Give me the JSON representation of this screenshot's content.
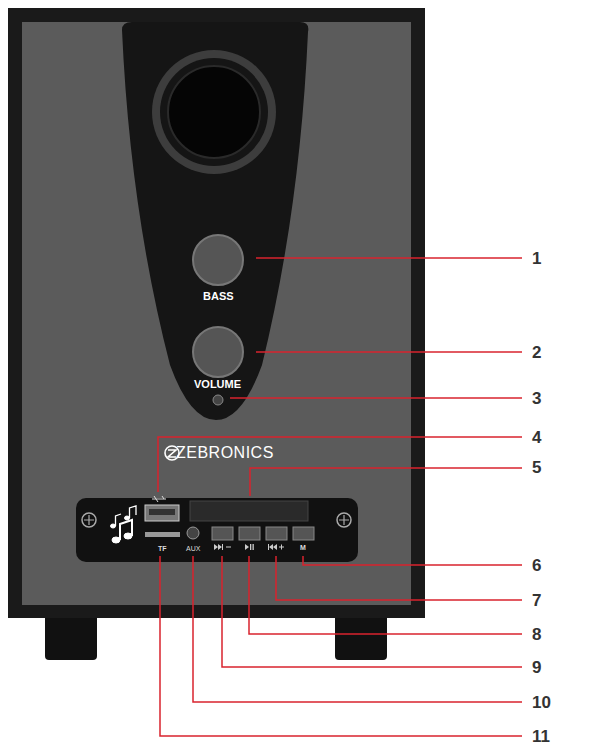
{
  "diagram": {
    "labels": [
      "1",
      "2",
      "3",
      "4",
      "5",
      "6",
      "7",
      "8",
      "9",
      "10",
      "11",
      "BASS",
      "VOLUME",
      "ZEBRONICS",
      "TF",
      "AUX",
      "M"
    ]
  }
}
